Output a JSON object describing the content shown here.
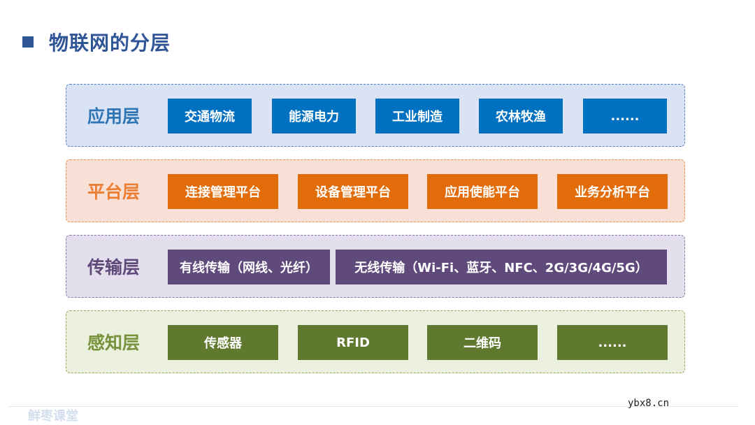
{
  "title": "物联网的分层",
  "colors": {
    "title": "#2f5597",
    "app_box": "#0070c0",
    "platform_box": "#e36c0a",
    "transport_box": "#604a7b",
    "sense_box": "#5f7a2f"
  },
  "layers": {
    "application": {
      "label": "应用层",
      "items": [
        "交通物流",
        "能源电力",
        "工业制造",
        "农林牧渔",
        "......"
      ]
    },
    "platform": {
      "label": "平台层",
      "items": [
        "连接管理平台",
        "设备管理平台",
        "应用使能平台",
        "业务分析平台"
      ]
    },
    "transport": {
      "label": "传输层",
      "items": [
        "有线传输（网线、光纤）",
        "无线传输（Wi-Fi、蓝牙、NFC、2G/3G/4G/5G）"
      ]
    },
    "perception": {
      "label": "感知层",
      "items": [
        "传感器",
        "RFID",
        "二维码",
        "......"
      ]
    }
  },
  "footer": {
    "watermark": "鲜枣课堂",
    "site": "ybx8.cn"
  }
}
